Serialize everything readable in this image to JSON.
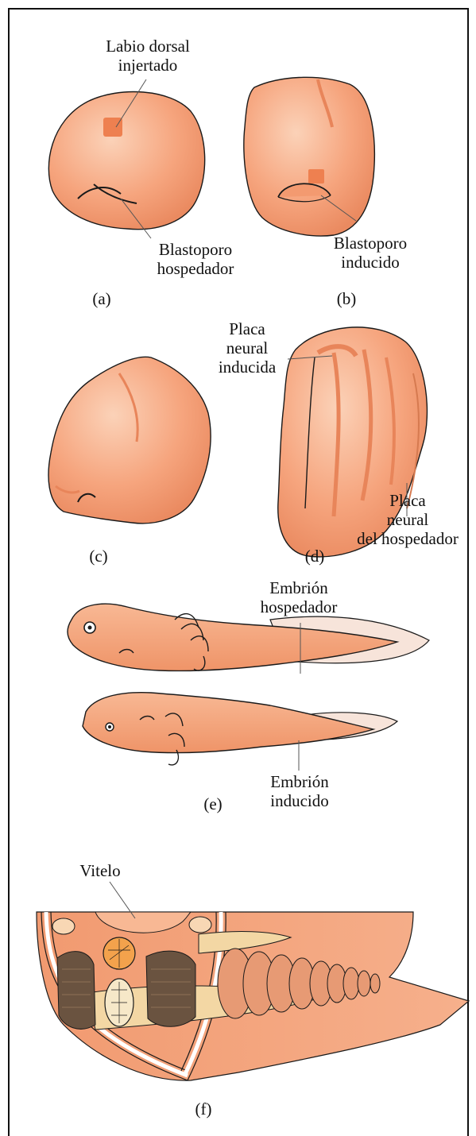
{
  "figure": {
    "panels": [
      {
        "id": "a",
        "caption": "(a)",
        "labels": {
          "grafted_lip": [
            "Labio dorsal",
            "injertado"
          ],
          "host_blastopore": [
            "Blastoporo",
            "hospedador"
          ]
        }
      },
      {
        "id": "b",
        "caption": "(b)",
        "labels": {
          "induced_blastopore": [
            "Blastoporo",
            "inducido"
          ]
        }
      },
      {
        "id": "c",
        "caption": "(c)",
        "labels": {}
      },
      {
        "id": "d",
        "caption": "(d)",
        "labels": {
          "induced_neural_plate": [
            "Placa",
            "neural",
            "inducida"
          ],
          "host_neural_plate": [
            "Placa",
            "neural",
            "del hospedador"
          ]
        }
      },
      {
        "id": "e",
        "caption": "(e)",
        "labels": {
          "host_embryo": [
            "Embrión",
            "hospedador"
          ],
          "induced_embryo": [
            "Embrión",
            "inducido"
          ]
        }
      },
      {
        "id": "f",
        "caption": "(f)",
        "labels": {
          "yolk": "Vitelo"
        }
      }
    ],
    "colors": {
      "tissue": "#f6a57e",
      "tissue_light": "#f9c3a4",
      "tissue_dark": "#e8855a",
      "graft_patch": "#ee8050",
      "fin": "#f7e4da",
      "muscle_block": "#6a5340",
      "notochord": "#f3d7a4",
      "outline": "#1a1a1a"
    }
  }
}
